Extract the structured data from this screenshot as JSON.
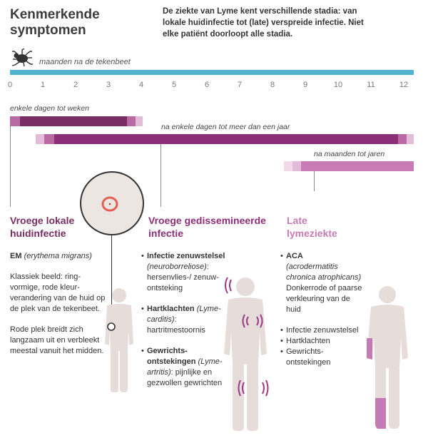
{
  "title": "Kenmerkende symptomen",
  "intro": "De ziekte van Lyme kent verschillende stadia: van lokale huidinfectie tot (late) verspreide infectie. Niet elke patiënt doorloopt alle stadia.",
  "timeline": {
    "label": "maanden na de tekenbeet",
    "ticks": [
      "0",
      "1",
      "2",
      "3",
      "4",
      "5",
      "6",
      "7",
      "8",
      "9",
      "10",
      "11",
      "12"
    ],
    "bars": [
      {
        "label": "enkele dagen tot weken"
      },
      {
        "label": "na enkele dagen tot meer dan een jaar"
      },
      {
        "label": "na maanden tot jaren"
      }
    ]
  },
  "stages": {
    "early_local": {
      "title_1": "Vroege lokale",
      "title_2": "huidinfectie",
      "em_bold": "EM",
      "em_italic": "(erythema migrans)",
      "p2": "Klassiek beeld: ring-vormige, rode kleur-verandering van de huid op de plek van de tekenbeet.",
      "p3": "Rode plek breidt zich langzaam uit en verbleekt meestal vanuit het midden."
    },
    "early_disseminated": {
      "title_1": "Vroege gedissemineerde",
      "title_2": "infectie",
      "items": [
        {
          "bold": "Infectie zenuwstelsel",
          "italic": "(neuroborreliose)",
          "text": ": hersenvlies-/ zenuw-ontsteking"
        },
        {
          "bold": "Hartklachten",
          "italic": "(Lyme-carditis)",
          "text": ": hartritmestoornis"
        },
        {
          "bold": "Gewrichts-ontstekingen",
          "italic": "(Lyme-artritis)",
          "text": ": pijnlijke en gezwollen gewrichten"
        }
      ]
    },
    "late": {
      "title_1": "Late",
      "title_2": "lymeziekte",
      "aca_bold": "ACA",
      "aca_italic": "(acrodermatitis chronica atrophicans)",
      "aca_text": "Donkerrode of paarse verkleuring van de huid",
      "items": [
        "Infectie zenuwstelsel",
        "Hartklachten",
        "Gewrichts-ontstekingen"
      ]
    }
  },
  "colors": {
    "axis": "#4fb3cf",
    "stage1": "#7a2d63",
    "stage2": "#8c2f78",
    "stage3": "#c97bb6",
    "body": "#e8dfdc",
    "accent": "#9b3a86"
  }
}
